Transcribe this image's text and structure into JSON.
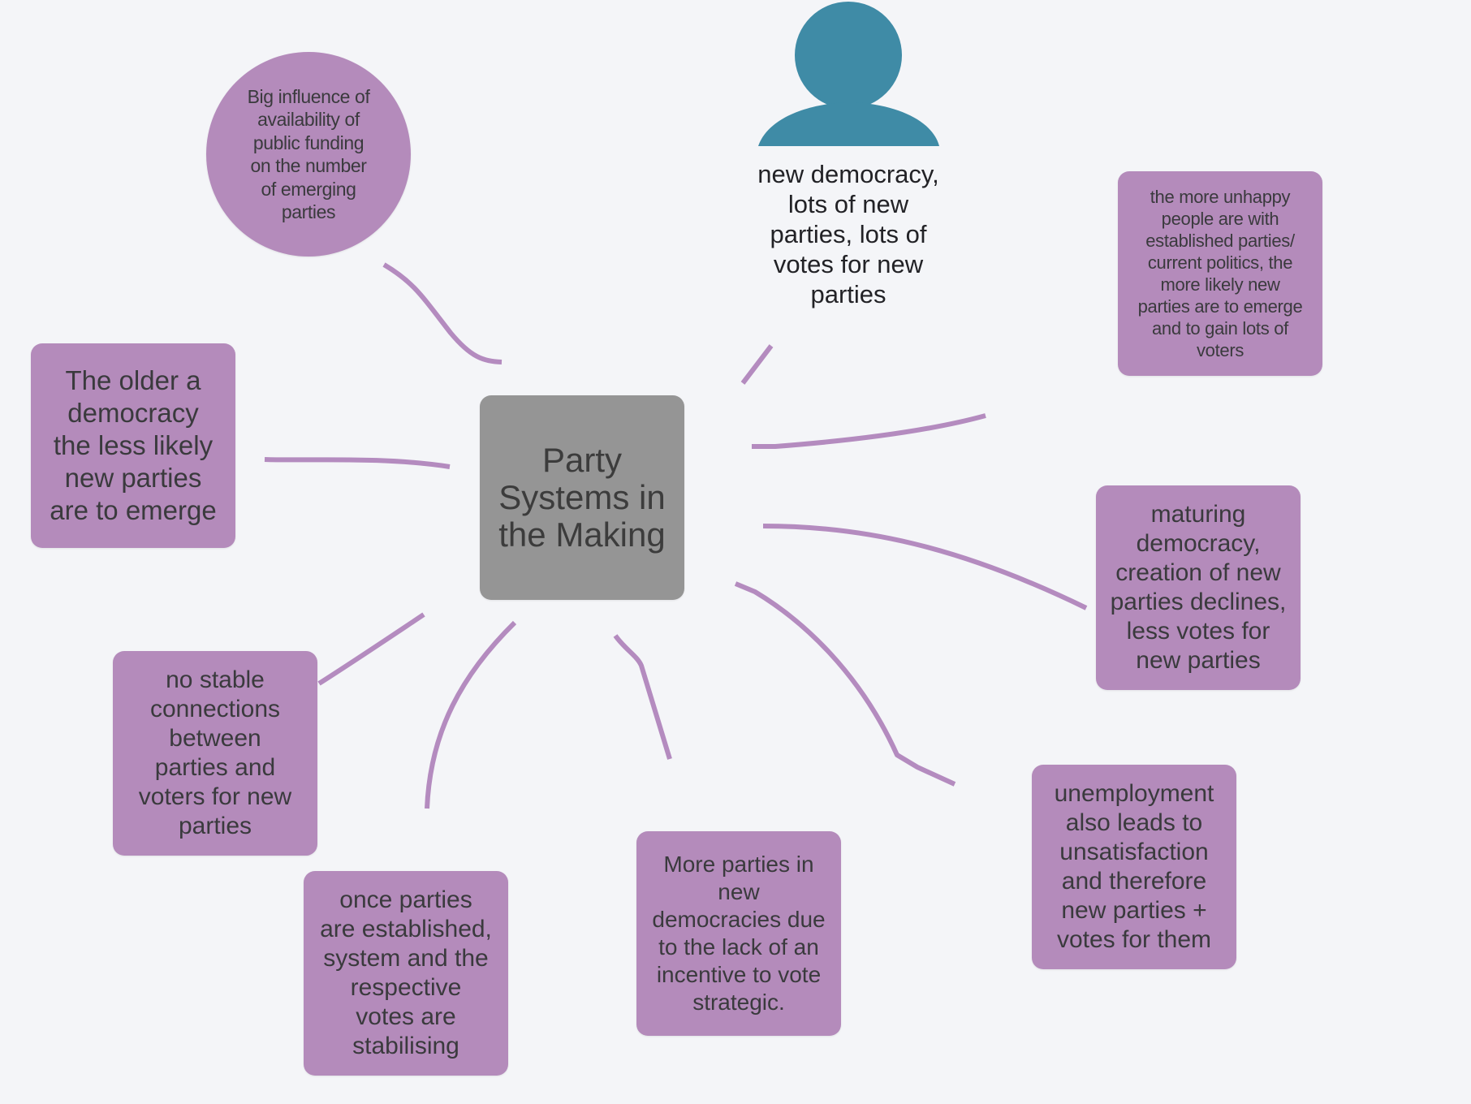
{
  "diagram": {
    "type": "mind-map",
    "central_topic": "Party\nSystems in\nthe Making",
    "colors": {
      "background": "#f4f5f8",
      "central_fill": "#959595",
      "node_fill": "#b48bbb",
      "connector": "#b48bbf",
      "person_icon": "#3f8ba6",
      "text": "#3a3a3d"
    },
    "person": {
      "icon": "person-icon",
      "caption": "new democracy,\nlots of new\nparties, lots of\nvotes for new\nparties"
    },
    "nodes": [
      {
        "id": "public-funding",
        "shape": "circle",
        "text": "Big influence of\navailability of\npublic funding\non the number\nof emerging\nparties"
      },
      {
        "id": "older-democracy",
        "shape": "rounded-rect",
        "text": "The older a\ndemocracy\nthe less likely\nnew parties\nare to emerge"
      },
      {
        "id": "unhappy-people",
        "shape": "rounded-rect",
        "text": "the more unhappy\npeople are with\nestablished parties/\ncurrent politics, the\nmore likely new\nparties are to emerge\nand to gain lots of\nvoters"
      },
      {
        "id": "maturing-democracy",
        "shape": "rounded-rect",
        "text": "maturing\ndemocracy,\ncreation of new\nparties declines,\nless votes for\nnew parties"
      },
      {
        "id": "no-stable-connections",
        "shape": "rounded-rect",
        "text": "no stable\nconnections\nbetween\nparties and\nvoters for new\nparties"
      },
      {
        "id": "parties-established",
        "shape": "rounded-rect",
        "text": "once parties\nare established,\nsystem and the\nrespective\nvotes are\nstabilising"
      },
      {
        "id": "more-parties",
        "shape": "rounded-rect",
        "text": "More parties in\nnew\ndemocracies due\nto the lack of an\nincentive to vote\nstrategic."
      },
      {
        "id": "unemployment",
        "shape": "rounded-rect",
        "text": "unemployment\nalso leads to\nunsatisfaction\nand therefore\nnew parties +\nvotes for them"
      }
    ]
  }
}
